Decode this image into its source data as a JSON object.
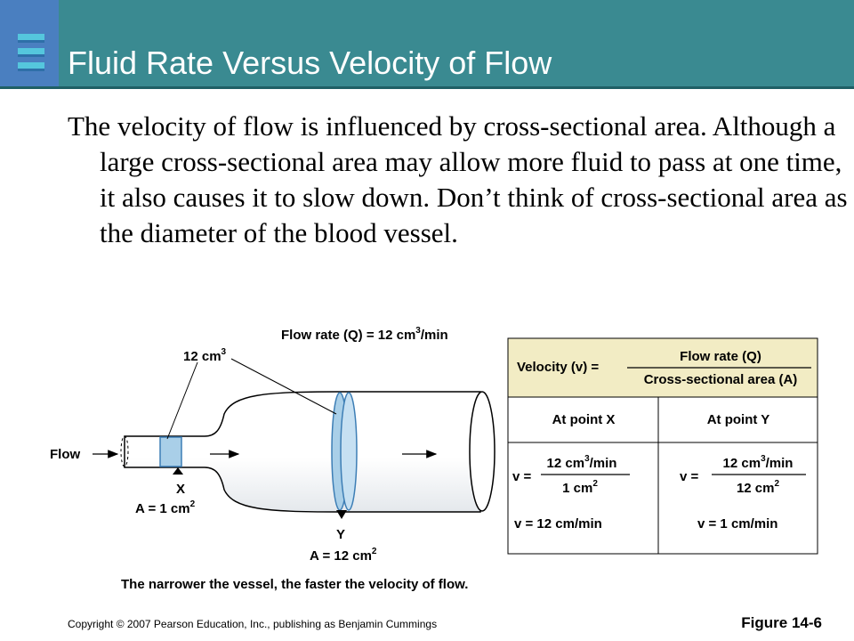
{
  "slide": {
    "title": "Fluid Rate Versus Velocity of Flow",
    "body": "The velocity of flow is influenced by cross-sectional area. Although a large cross-sectional area may allow more fluid to pass at one time, it also causes it to slow down. Don’t think of cross-sectional area as the diameter of the blood vessel."
  },
  "diagram": {
    "flow_rate_label": "Flow rate (Q) = 12 cm",
    "flow_rate_sup": "3",
    "flow_rate_unit": "/min",
    "volume_label": "12 cm",
    "volume_sup": "3",
    "flow_label": "Flow",
    "point_x_label": "X",
    "area_x_label": "A = 1 cm",
    "area_x_sup": "2",
    "point_y_label": "Y",
    "area_y_label": "A = 12 cm",
    "area_y_sup": "2",
    "caption": "The narrower the vessel, the faster the velocity of flow."
  },
  "table": {
    "formula_lhs": "Velocity (v) =",
    "formula_numerator": "Flow rate (Q)",
    "formula_denominator": "Cross-sectional area (A)",
    "col_x_header": "At point X",
    "col_y_header": "At point Y",
    "x_v_prefix": "v =",
    "x_numerator": "12 cm",
    "x_numerator_sup": "3",
    "x_numerator_unit": "/min",
    "x_denominator": "1 cm",
    "x_denominator_sup": "2",
    "x_result": "v = 12 cm/min",
    "y_v_prefix": "v =",
    "y_numerator": "12 cm",
    "y_numerator_sup": "3",
    "y_numerator_unit": "/min",
    "y_denominator": "12 cm",
    "y_denominator_sup": "2",
    "y_result": "v = 1 cm/min",
    "header_fill": "#f2ecc4"
  },
  "footer": {
    "copyright": "Copyright © 2007 Pearson Education, Inc., publishing as Benjamin Cummings",
    "figure": "Figure 14-6"
  }
}
